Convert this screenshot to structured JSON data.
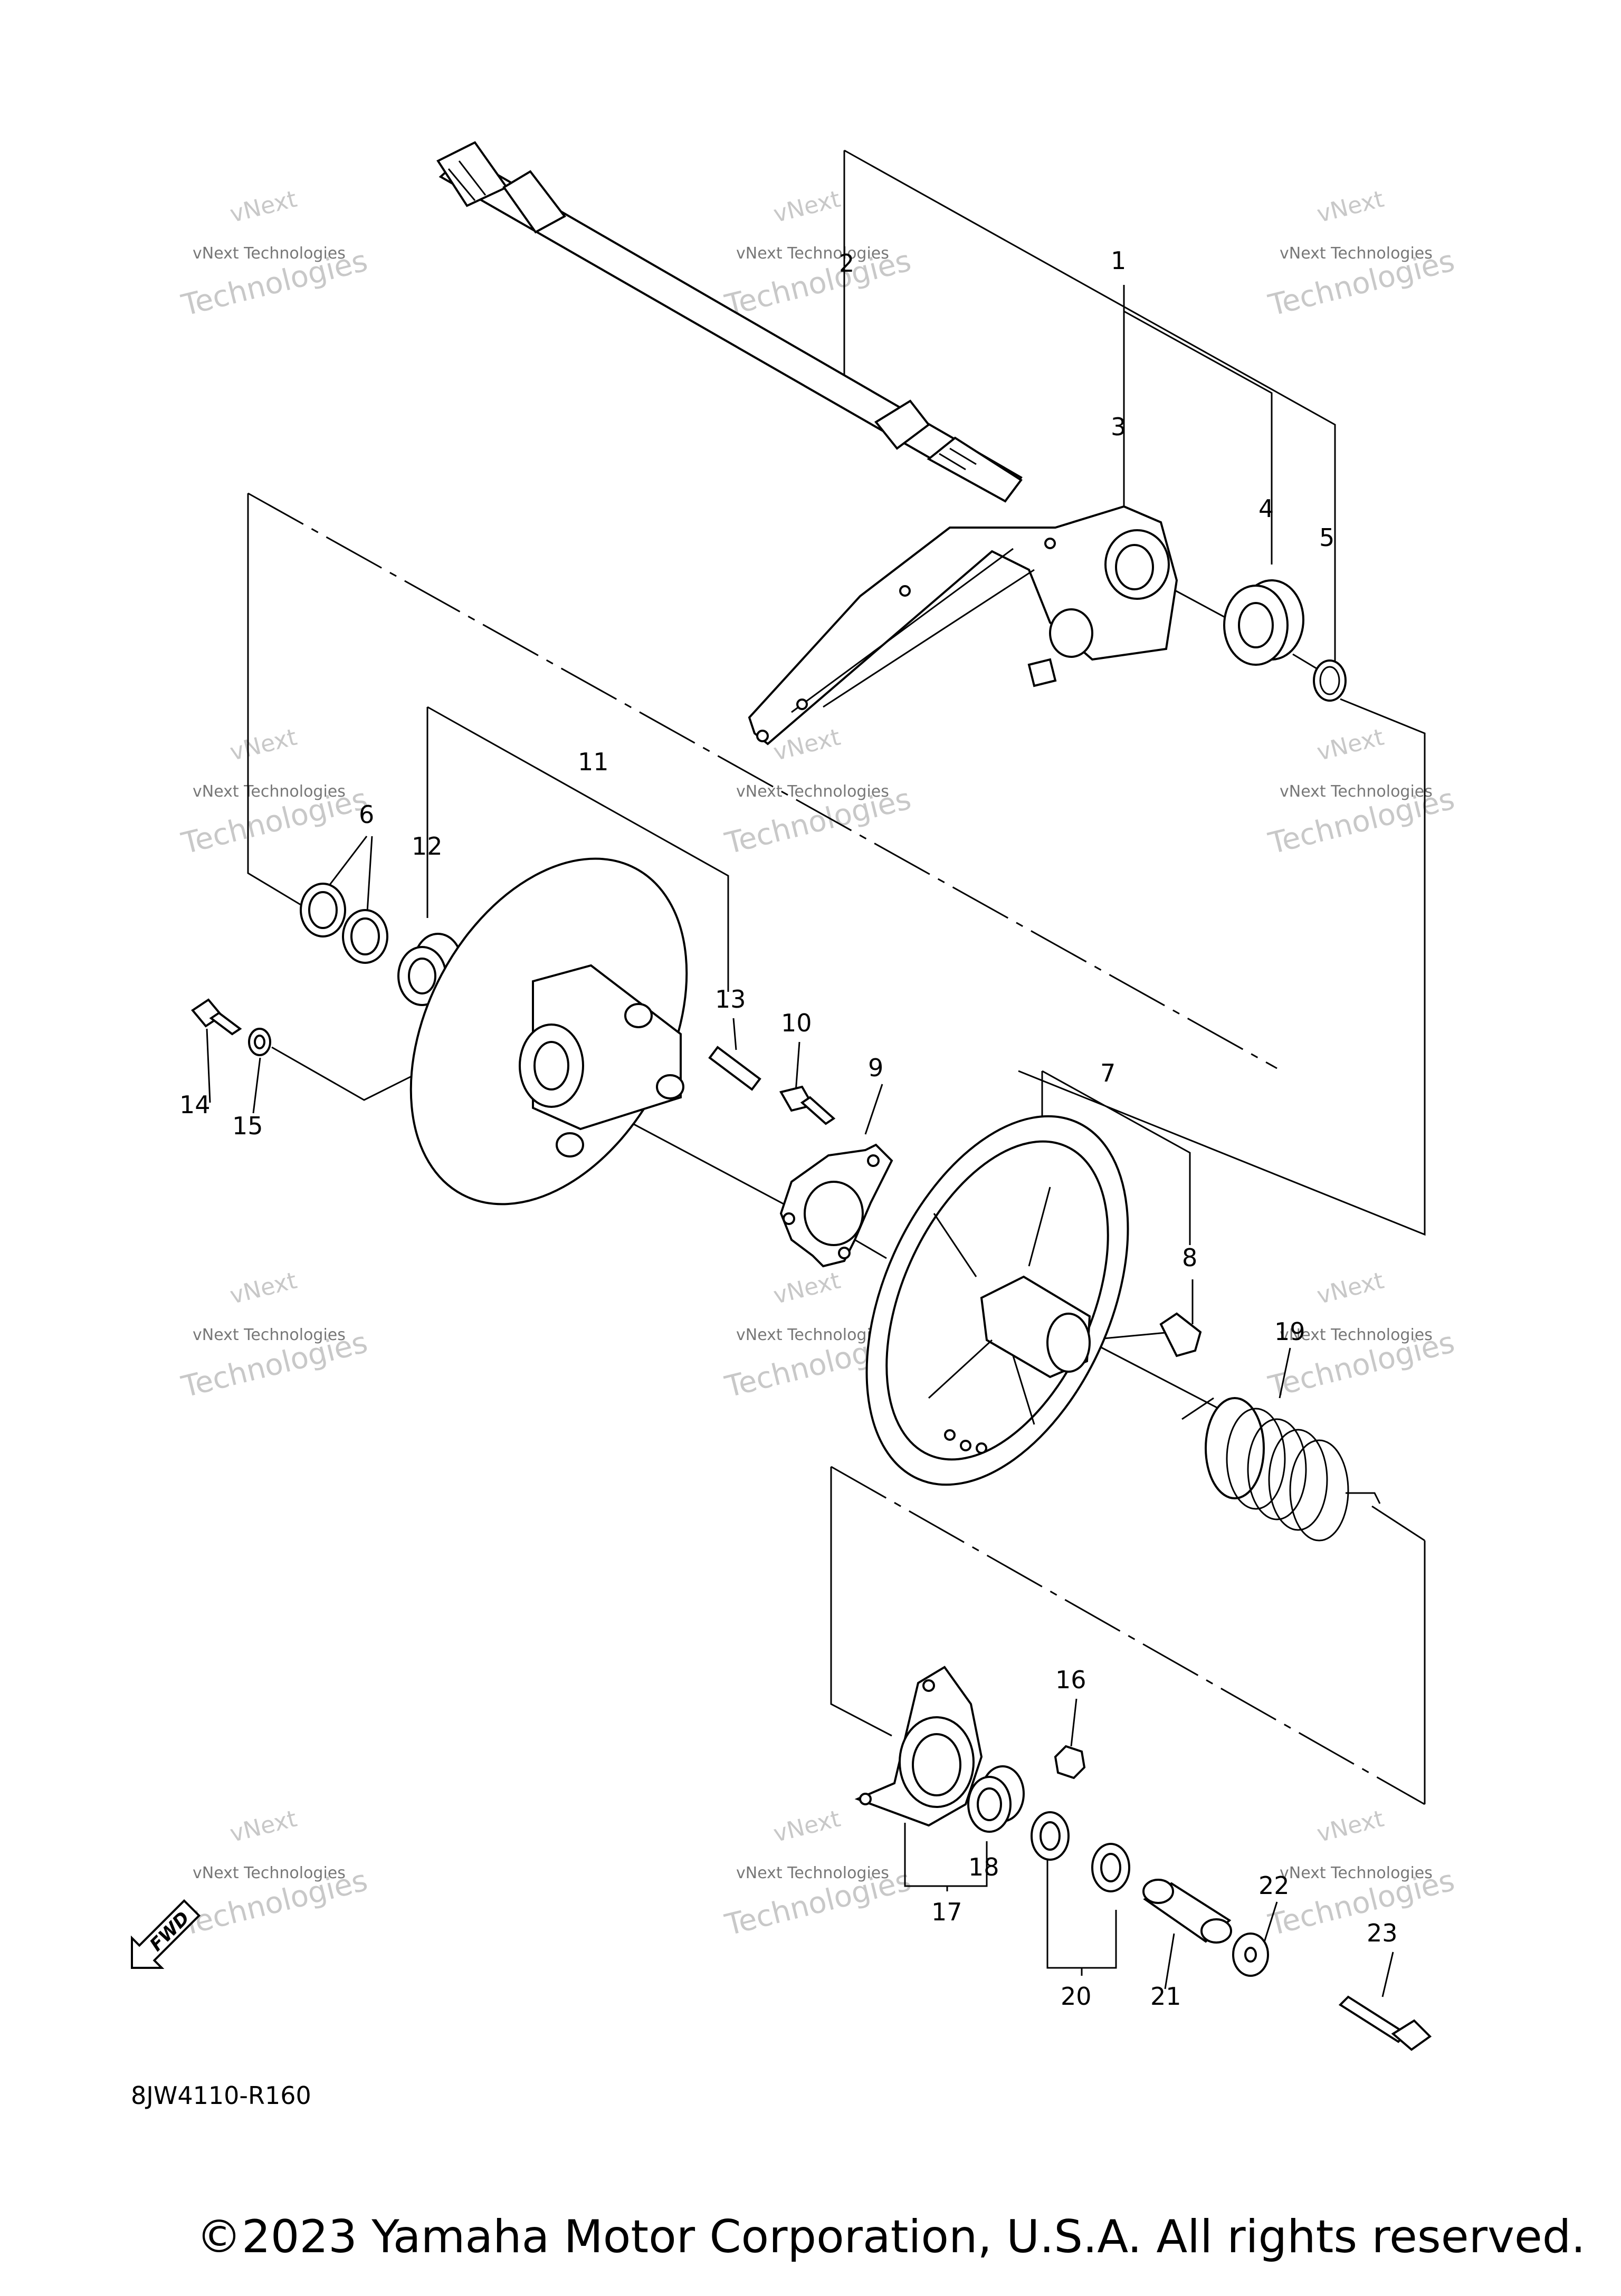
{
  "diagram_code": "8JW4110-R160",
  "copyright": "©2023 Yamaha Motor Corporation, U.S.A. All rights reserved.",
  "fwd_label": "FWD",
  "watermark": {
    "line1": "vNext",
    "line2": "vNext Technologies",
    "line3": "Technologies"
  },
  "callouts": [
    "1",
    "2",
    "3",
    "4",
    "5",
    "6",
    "7",
    "8",
    "9",
    "10",
    "11",
    "12",
    "13",
    "14",
    "15",
    "16",
    "17",
    "18",
    "19",
    "20",
    "21",
    "22",
    "23"
  ]
}
